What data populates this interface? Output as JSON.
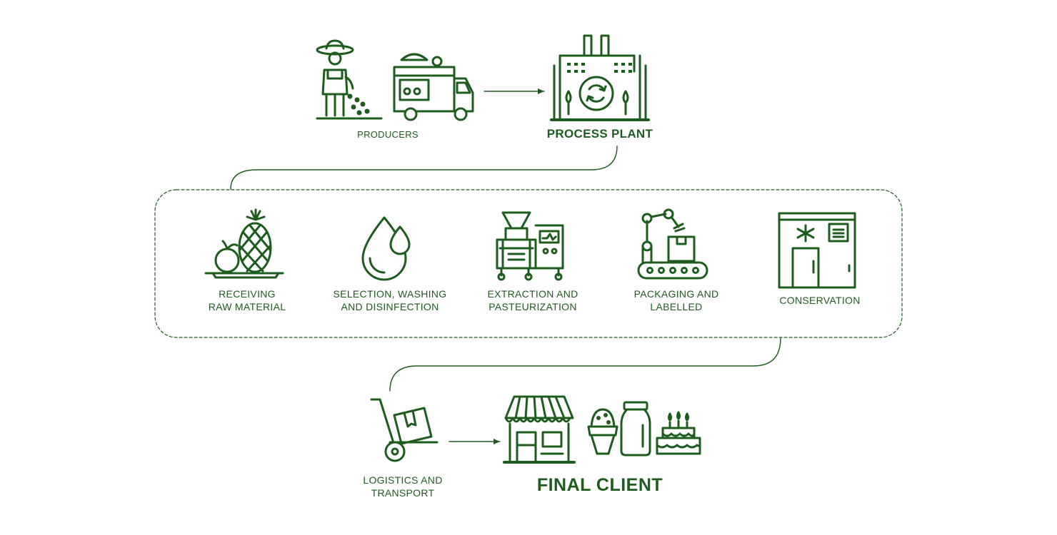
{
  "colors": {
    "primary": "#1e5c1e",
    "background": "#ffffff"
  },
  "top": {
    "producers": {
      "label": "PRODUCERS",
      "icons": [
        "farmer-icon",
        "food-truck-icon"
      ]
    },
    "process_plant": {
      "label": "PROCESS PLANT",
      "icon": "factory-icon"
    }
  },
  "steps": [
    {
      "label": "RECEIVING\nRAW MATERIAL",
      "icon": "fruit-basket-icon"
    },
    {
      "label": "SELECTION, WASHING\nAND DISINFECTION",
      "icon": "water-drop-icon"
    },
    {
      "label": "EXTRACTION AND\nPASTEURIZATION",
      "icon": "extraction-machine-icon"
    },
    {
      "label": "PACKAGING AND\nLABELLED",
      "icon": "robot-arm-conveyor-icon"
    },
    {
      "label": "CONSERVATION",
      "icon": "cold-room-icon"
    }
  ],
  "bottom": {
    "logistics": {
      "label": "LOGISTICS AND\nTRANSPORT",
      "icon": "hand-truck-icon"
    },
    "final_client": {
      "label": "FINAL CLIENT",
      "icons": [
        "store-icon",
        "ice-cream-icon",
        "jar-icon",
        "cake-icon"
      ]
    }
  }
}
